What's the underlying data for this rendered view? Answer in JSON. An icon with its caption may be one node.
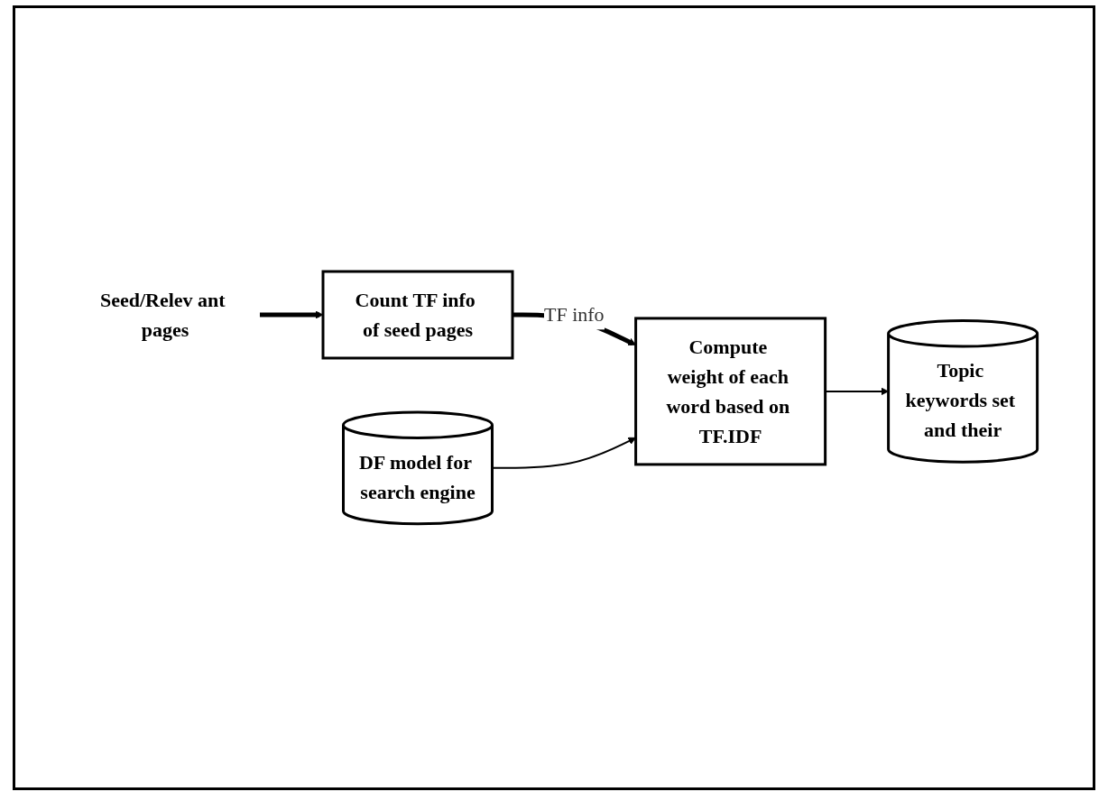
{
  "diagram": {
    "nodes": [
      {
        "text": [
          "Seed/Relev ant pages"
        ]
      },
      {
        "text": [
          "Count TF info of seed pages"
        ]
      },
      {
        "text": [
          "Compute weight of each word based on TF.IDF"
        ]
      },
      {
        "text": [
          "Topic keywords set and their"
        ]
      },
      {
        "text": [
          "DF model for search engine"
        ]
      }
    ],
    "edges": [
      {
        "from": 0,
        "to": 1,
        "arrow": "to",
        "style": "thick"
      },
      {
        "from": 1,
        "to": 2,
        "arrow": "to",
        "label": "TF info",
        "style": "thick"
      },
      {
        "from": 2,
        "to": 3,
        "arrow": "to"
      },
      {
        "from": 4,
        "to": 2,
        "arrow": "to"
      }
    ]
  }
}
